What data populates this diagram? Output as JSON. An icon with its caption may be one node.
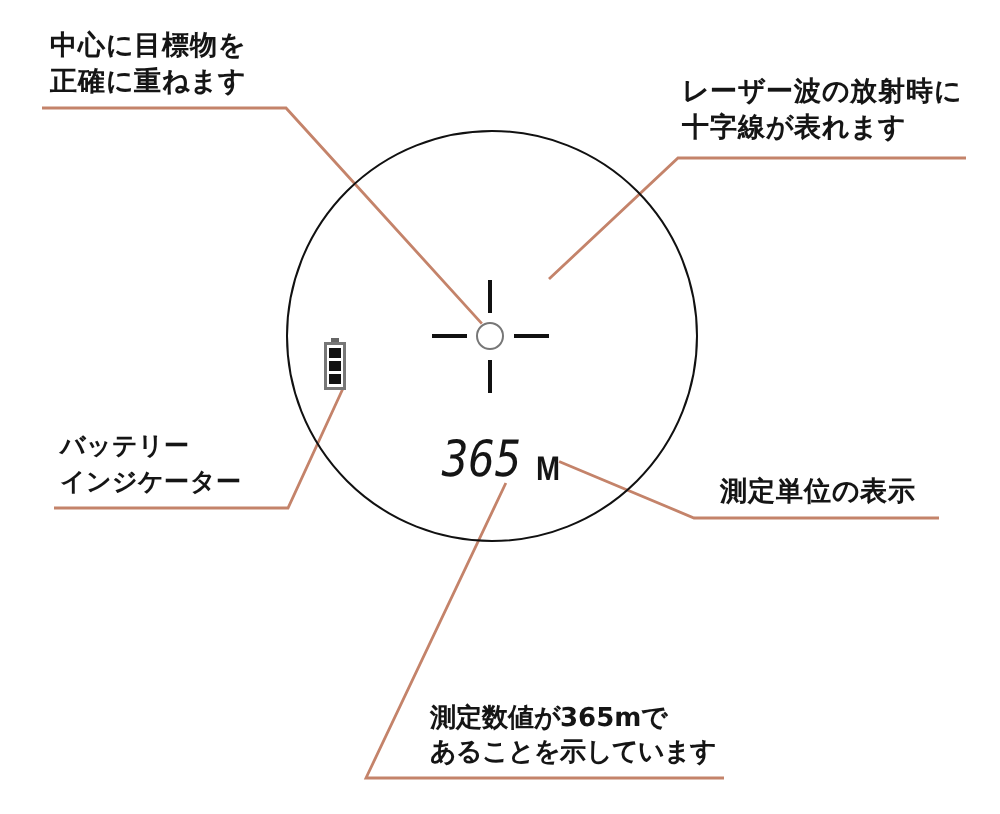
{
  "diagram": {
    "nodes": [
      {
        "text": [
          "中心に目標物を正確に重ねます"
        ]
      },
      {
        "text": [
          "レーザー波の放射時に十字線が表れます"
        ]
      },
      {
        "text": [],
        "shape": "circle"
      },
      {
        "text": [],
        "shape": "cross",
        "in": 2
      },
      {
        "text": [],
        "shape": "circle",
        "in": 3
      },
      {
        "text": [],
        "shape": "battery",
        "in": 2
      },
      {
        "text": [
          "バッテリーインジケーター"
        ]
      },
      {
        "text": [
          "365"
        ],
        "in": 2
      },
      {
        "text": [
          "M"
        ],
        "in": 2
      },
      {
        "text": [
          "測定単位の表示"
        ]
      },
      {
        "text": [
          "測定数値が365mであることを示しています"
        ]
      }
    ],
    "edges": [
      {
        "from": 0,
        "to": 4,
        "arrow": "none"
      },
      {
        "from": 1,
        "to": 3,
        "arrow": "none"
      },
      {
        "from": 6,
        "to": 5,
        "arrow": "none"
      },
      {
        "from": 9,
        "to": 8,
        "arrow": "none"
      },
      {
        "from": 10,
        "to": 7,
        "arrow": "none"
      }
    ]
  }
}
